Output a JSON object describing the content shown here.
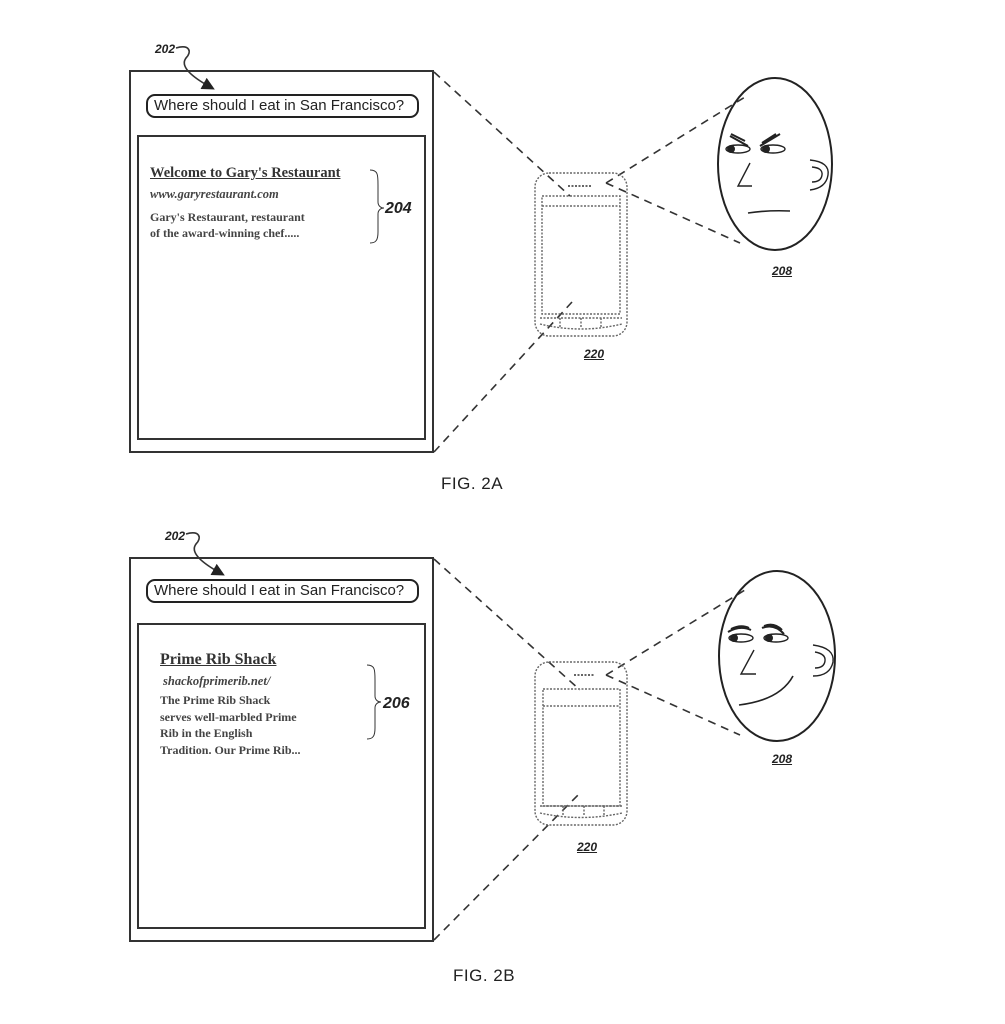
{
  "figures": [
    {
      "id": "fig2a",
      "label": "FIG. 2A",
      "ref_screen": "202",
      "query": "Where should I eat in San Francisco?",
      "result": {
        "title": "Welcome to Gary's Restaurant",
        "url": "www.garyrestaurant.com",
        "description_lines": [
          "Gary's Restaurant, restaurant",
          "of the award-winning chef....."
        ]
      },
      "ref_result": "204",
      "ref_device": "220",
      "ref_user": "208",
      "expression": "frowning"
    },
    {
      "id": "fig2b",
      "label": "FIG. 2B",
      "ref_screen": "202",
      "query": "Where should I eat in San Francisco?",
      "result": {
        "title": "Prime Rib Shack",
        "url": "shackofprimerib.net/",
        "description_lines": [
          "The Prime Rib Shack",
          "serves well-marbled Prime",
          "Rib in the English",
          "Tradition. Our Prime Rib..."
        ]
      },
      "ref_result": "206",
      "ref_device": "220",
      "ref_user": "208",
      "expression": "smiling"
    }
  ]
}
